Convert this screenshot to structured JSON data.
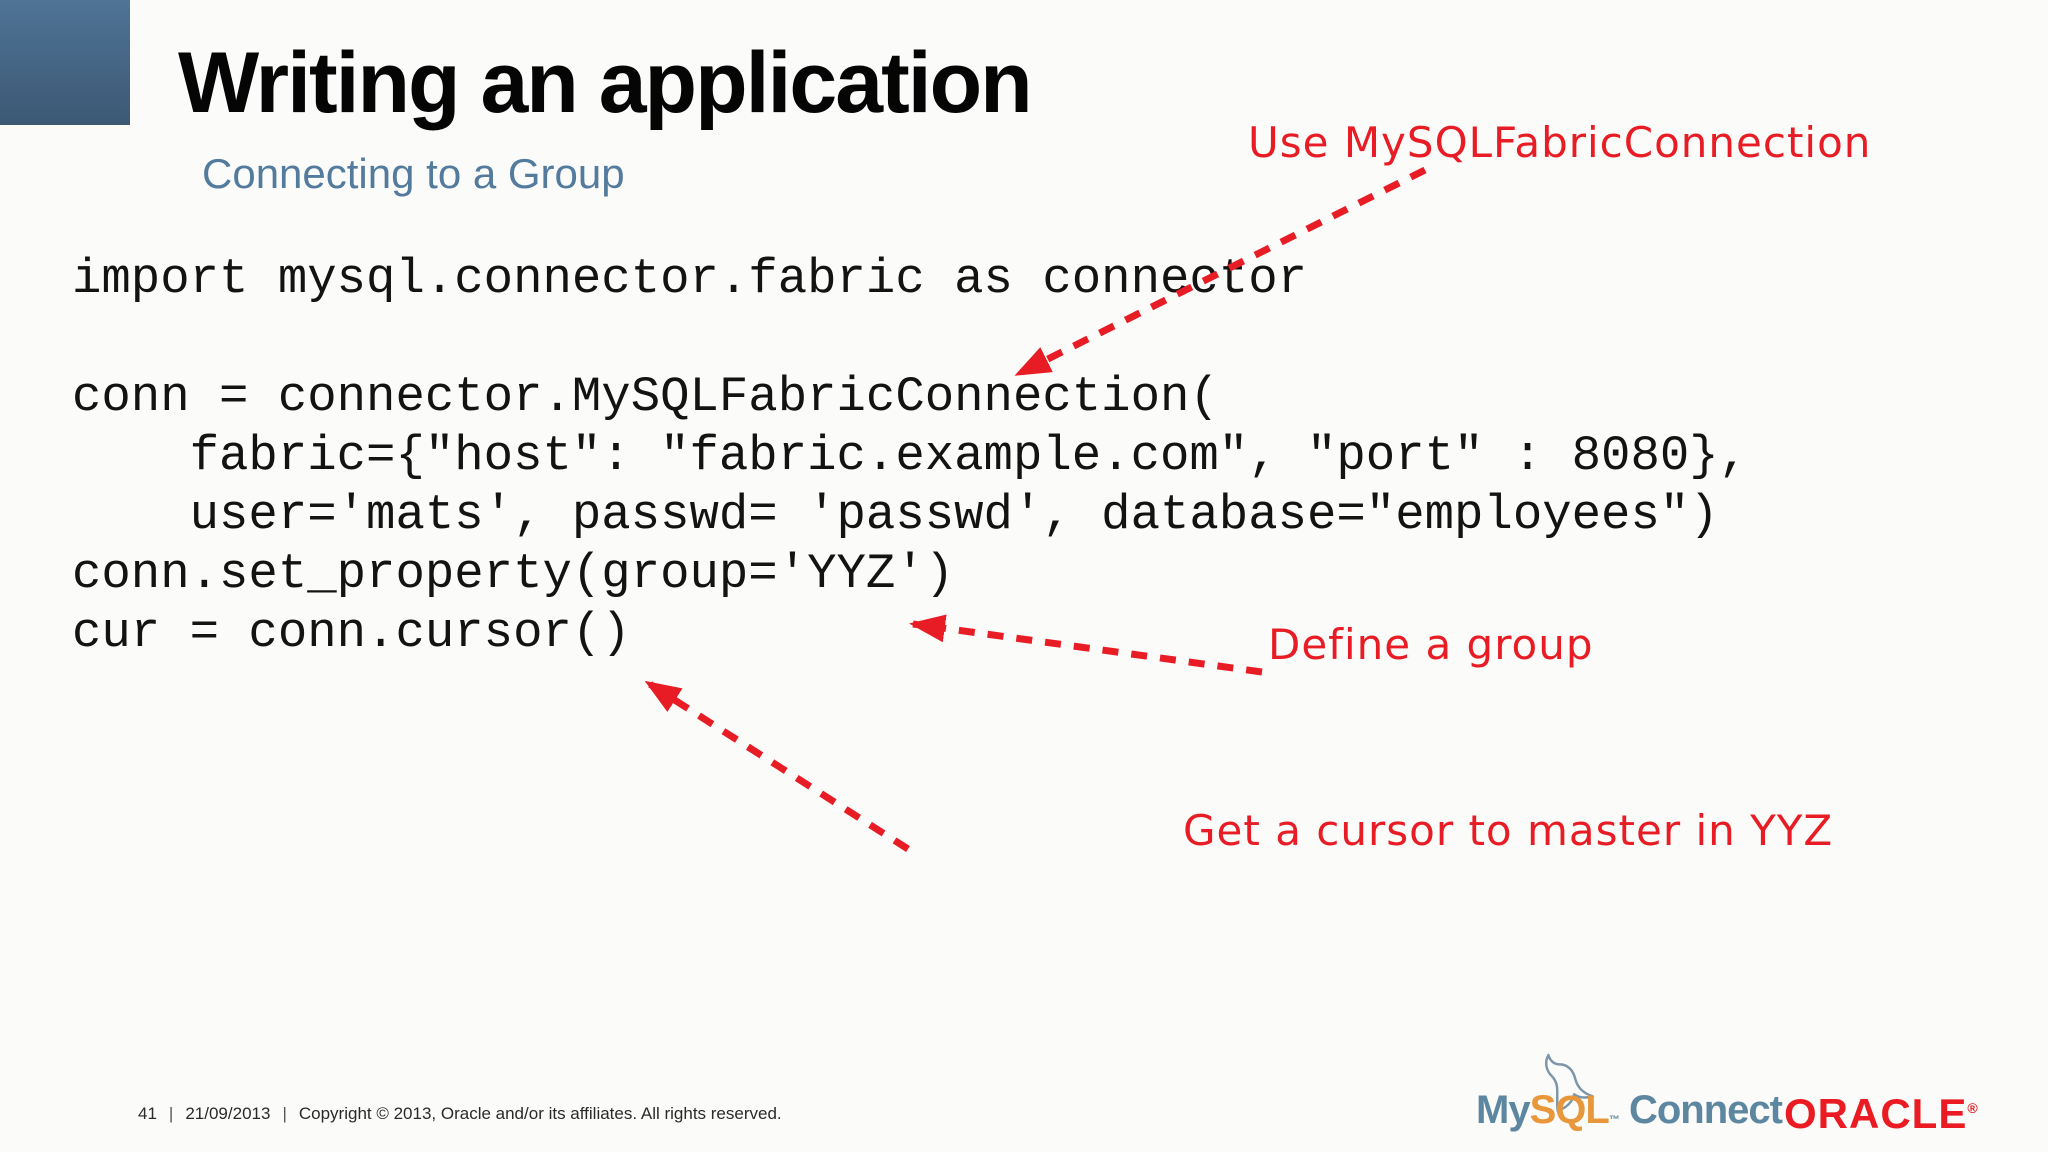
{
  "slide": {
    "title": "Writing an application",
    "subtitle": "Connecting to a Group",
    "code_lines": [
      "import mysql.connector.fabric as connector",
      "",
      "conn = connector.MySQLFabricConnection(",
      "    fabric={\"host\": \"fabric.example.com\", \"port\" : 8080},",
      "    user='mats', passwd= 'passwd', database=\"employees\")",
      "conn.set_property(group='YYZ')",
      "cur = conn.cursor()"
    ],
    "annotations": [
      {
        "text": "Use MySQLFabricConnection"
      },
      {
        "text": "Define a group"
      },
      {
        "text": "Get a cursor to master in YYZ"
      }
    ],
    "footer": {
      "page_number": "41",
      "separator": "|",
      "date": "21/09/2013",
      "copyright": "Copyright © 2013, Oracle and/or its affiliates. All rights reserved."
    },
    "logos": {
      "mysql": {
        "my": "My",
        "sql": "SQL",
        "tm": "™",
        "connect": "Connect"
      },
      "oracle": {
        "text": "ORACLE",
        "registered": "®"
      }
    },
    "colors": {
      "annotation_red": "#e81c24",
      "accent_square_top": "#4f7496",
      "accent_square_bottom": "#3c5874",
      "subtitle_blue": "#537b9d",
      "mysql_blue": "#5d87a1",
      "mysql_orange": "#e8973a",
      "oracle_red": "#ea1b22"
    }
  }
}
